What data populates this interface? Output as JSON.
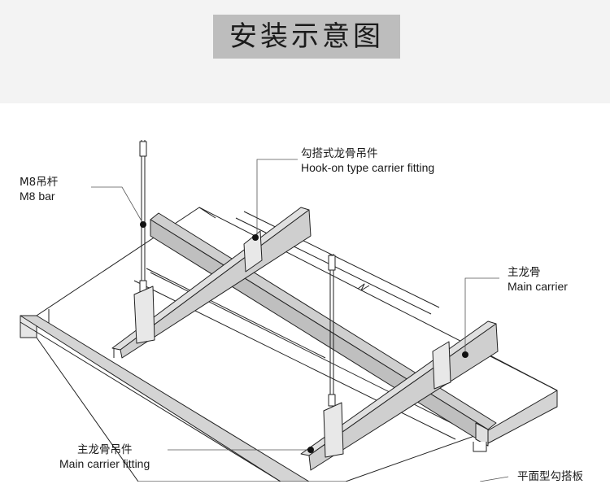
{
  "header": {
    "title": "安装示意图"
  },
  "labels": {
    "m8_bar": {
      "zh": "M8吊杆",
      "en": "M8 bar"
    },
    "hook_on": {
      "zh": "勾搭式龙骨吊件",
      "en": "Hook-on type carrier fitting"
    },
    "main_carrier": {
      "zh": "主龙骨",
      "en": "Main carrier"
    },
    "main_carrier_fitting": {
      "zh": "主龙骨吊件",
      "en": "Main carrier fitting"
    },
    "flat_panel": {
      "zh": "平面型勾搭板"
    }
  },
  "colors": {
    "header_bg": "#f3f3f3",
    "title_box": "#bdbdbd",
    "bar_fill": "#cfcfcf",
    "line": "#222222"
  }
}
